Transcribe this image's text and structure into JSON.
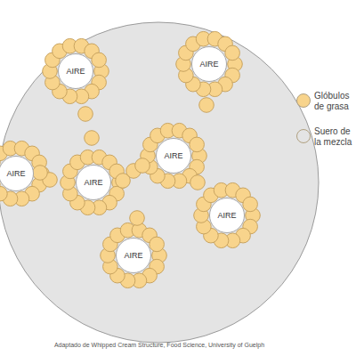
{
  "diagram": {
    "caption": "Adaptado de Whipped Cream Structure, Food Science, University of Guelph",
    "nodes": [
      {
        "text": [
          "AIRE"
        ]
      },
      {
        "text": [
          "AIRE"
        ]
      },
      {
        "text": [
          "AIRE"
        ]
      },
      {
        "text": [
          "AIRE"
        ]
      },
      {
        "text": [
          "AIRE"
        ]
      },
      {
        "text": [
          "AIRE"
        ]
      },
      {
        "text": [
          "AIRE"
        ]
      }
    ],
    "legend": [
      {
        "text": "Glóbulos de grasa",
        "color": "#f8d48c"
      },
      {
        "text": "Suero de la mezcla",
        "color": "#e4e4e4"
      }
    ]
  }
}
